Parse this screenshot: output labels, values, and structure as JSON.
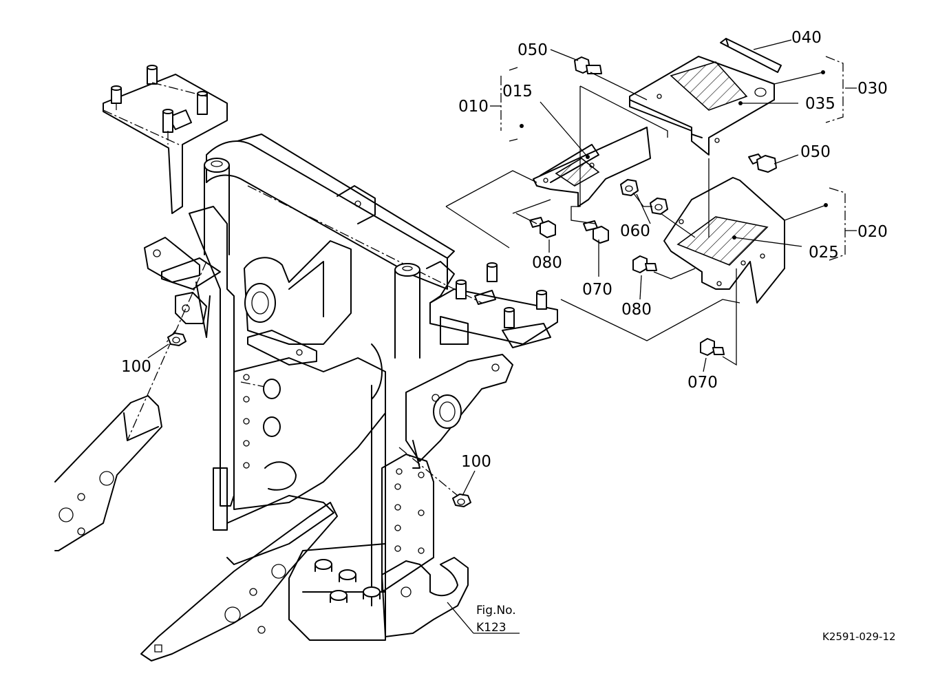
{
  "callouts": {
    "c040": "040",
    "c050a": "050",
    "c030": "030",
    "c035": "035",
    "c010": "010",
    "c015": "015",
    "c050b": "050",
    "c060": "060",
    "c020": "020",
    "c025": "025",
    "c080a": "080",
    "c070a": "070",
    "c080b": "080",
    "c070b": "070",
    "c100a": "100",
    "c100b": "100"
  },
  "figure_ref": {
    "line1": "Fig.No.",
    "line2": "K123"
  },
  "drawing_code": "K2591-029-12"
}
